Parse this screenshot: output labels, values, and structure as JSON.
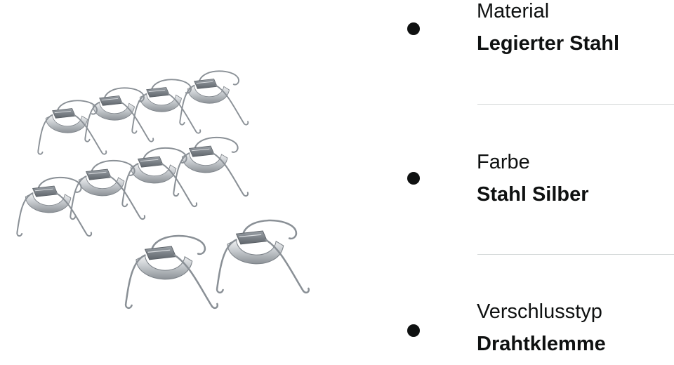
{
  "product_image": {
    "icon": "wire-clamp-set-image",
    "clamp_count": 10,
    "colors": {
      "metal_light": "#e8eaec",
      "metal_mid": "#b8bdc2",
      "metal_dark": "#7c8288",
      "wire": "#8a9096"
    }
  },
  "specs": [
    {
      "label": "Material",
      "value": "Legierter Stahl"
    },
    {
      "label": "Farbe",
      "value": "Stahl Silber"
    },
    {
      "label": "Verschlusstyp",
      "value": "Drahtklemme"
    }
  ],
  "colors": {
    "text": "#0f1111",
    "divider": "#d5d9d9",
    "background": "#ffffff"
  }
}
